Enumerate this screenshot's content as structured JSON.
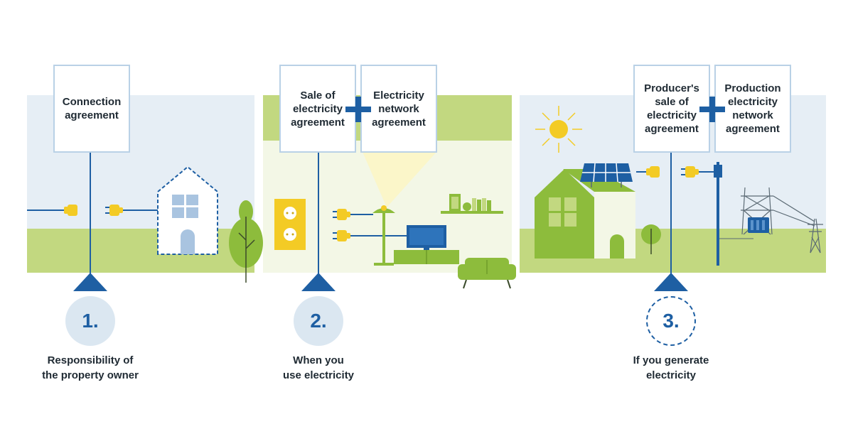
{
  "colors": {
    "sky": "#e6eef5",
    "grass": "#c2d880",
    "green": "#8dbc3c",
    "blue": "#1e5fa3",
    "plug": "#f3cb25",
    "box_border": "#b9d1e6",
    "circle_fill": "#dbe7f1",
    "room_wall": "#f3f7e6"
  },
  "sections": [
    {
      "boxes": [
        "Connection\nagreement"
      ],
      "number": "1.",
      "caption": "Responsibility of\nthe property owner",
      "circle_style": "solid"
    },
    {
      "boxes": [
        "Sale of\nelectricity\nagreement",
        "Electricity\nnetwork\nagreement"
      ],
      "number": "2.",
      "caption": "When you\nuse electricity",
      "circle_style": "solid"
    },
    {
      "boxes": [
        "Producer's\nsale of\nelectricity\nagreement",
        "Production\nelectricity\nnetwork\nagreement"
      ],
      "number": "3.",
      "caption": "If you generate\nelectricity",
      "circle_style": "dashed"
    }
  ],
  "icons": [
    "plug-icon",
    "house-icon",
    "tree-icon",
    "wall-socket-icon",
    "floor-lamp-icon",
    "tv-icon",
    "shelf-icon",
    "sofa-icon",
    "sun-icon",
    "solar-panel-icon",
    "electricity-pole-icon",
    "transmission-tower-icon",
    "transformer-icon",
    "plus-icon"
  ]
}
